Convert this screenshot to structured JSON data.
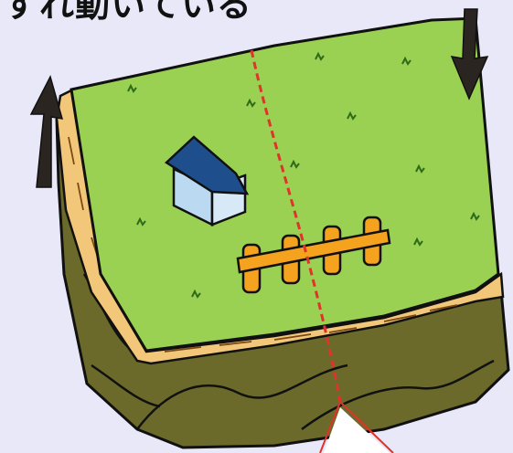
{
  "caption": "ずれ動いている",
  "scene": {
    "elements": [
      "ground-block",
      "grass-surface",
      "soil-layer",
      "rock-layer",
      "house",
      "fence",
      "fault-line",
      "arrow-up",
      "arrow-down",
      "callout-pointer"
    ]
  },
  "colors": {
    "background": "#e8e8f8",
    "grass": "#9ad152",
    "soil": "#f3c779",
    "rock": "#6b6a2a",
    "house_roof": "#1f4e8c",
    "house_wall": "#bcd9f2",
    "fence": "#f5a21e",
    "fault": "#e0332a",
    "arrow": "#2a2520"
  }
}
